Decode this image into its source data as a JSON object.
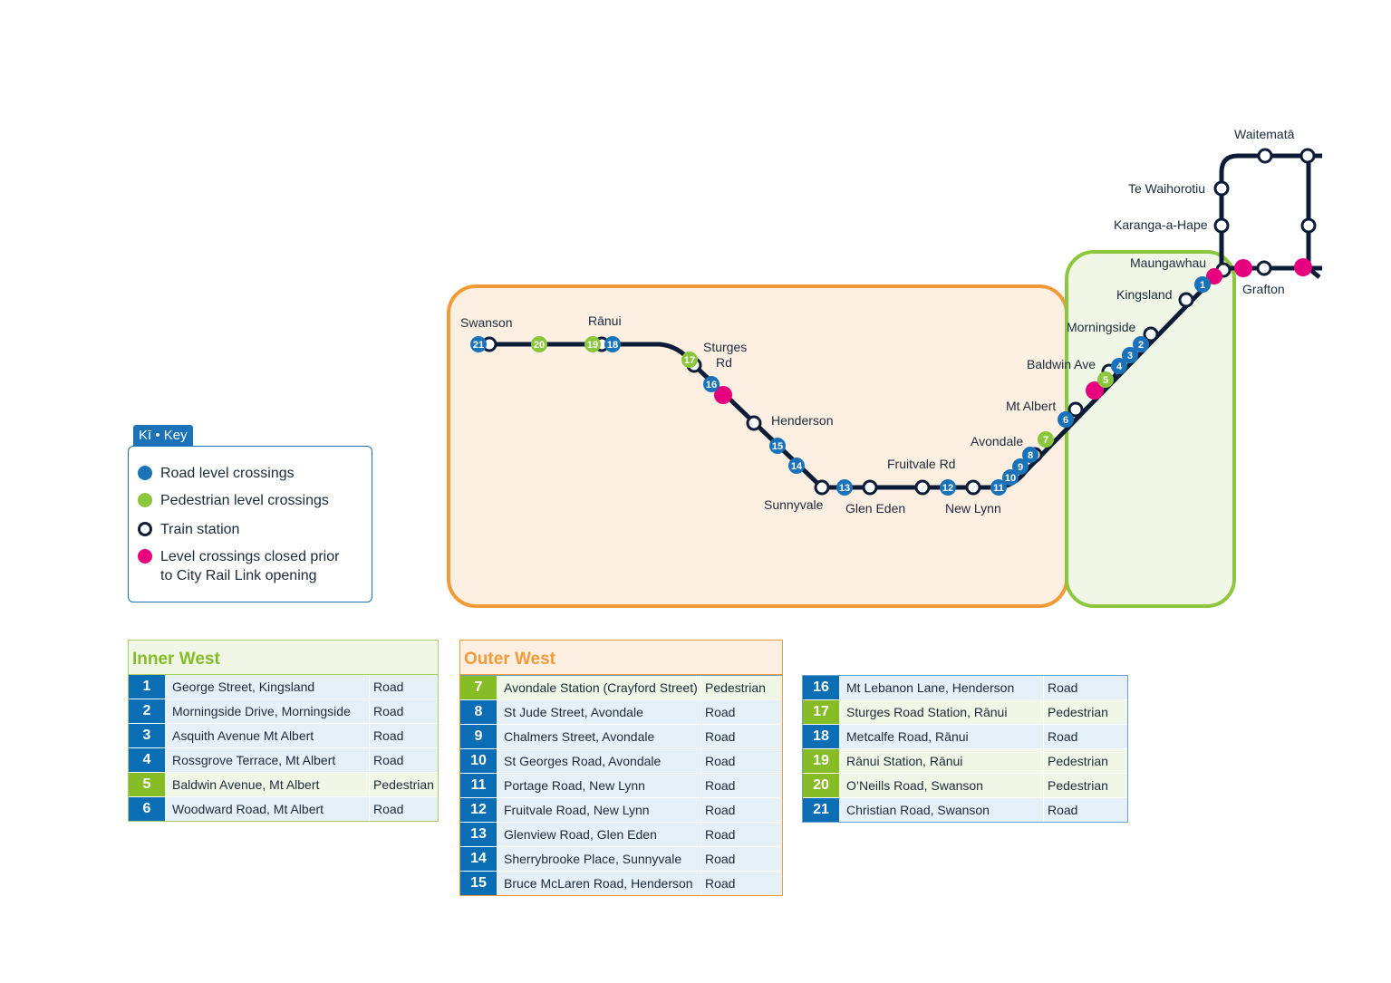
{
  "colors": {
    "road": "#1a73b8",
    "pedestrian": "#8cc63f",
    "closed": "#e6007e",
    "line": "#0c1c36",
    "outer_west": "#f39a38",
    "inner_west": "#8dc63f"
  },
  "stations": {
    "swanson": "Swanson",
    "ranui": "Rānui",
    "sturges_1": "Sturges",
    "sturges_2": "Rd",
    "henderson": "Henderson",
    "sunnyvale": "Sunnyvale",
    "glen_eden": "Glen Eden",
    "fruitvale": "Fruitvale Rd",
    "new_lynn": "New Lynn",
    "avondale": "Avondale",
    "mt_albert": "Mt Albert",
    "baldwin": "Baldwin Ave",
    "morningside": "Morningside",
    "kingsland": "Kingsland",
    "maungawhau": "Maungawhau",
    "grafton": "Grafton",
    "karanga": "Karanga-a-Hape",
    "te_waihorotiu": "Te Waihorotiu",
    "waitemata": "Waitematā"
  },
  "key": {
    "title": "Kī • Key",
    "road": "Road level crossings",
    "pedestrian": "Pedestrian level crossings",
    "station": "Train station",
    "closed_1": "Level crossings closed prior",
    "closed_2": "to City Rail Link opening"
  },
  "inner_west": {
    "title": "Inner West",
    "rows": [
      {
        "n": "1",
        "name": "George Street, Kingsland",
        "type": "Road"
      },
      {
        "n": "2",
        "name": "Morningside Drive, Morningside",
        "type": "Road"
      },
      {
        "n": "3",
        "name": "Asquith Avenue Mt Albert",
        "type": "Road"
      },
      {
        "n": "4",
        "name": "Rossgrove Terrace, Mt Albert",
        "type": "Road"
      },
      {
        "n": "5",
        "name": "Baldwin Avenue, Mt Albert",
        "type": "Pedestrian"
      },
      {
        "n": "6",
        "name": "Woodward Road, Mt Albert",
        "type": "Road"
      }
    ]
  },
  "outer_west": {
    "title": "Outer West",
    "rows": [
      {
        "n": "7",
        "name": "Avondale Station (Crayford Street)",
        "type": "Pedestrian"
      },
      {
        "n": "8",
        "name": "St Jude Street, Avondale",
        "type": "Road"
      },
      {
        "n": "9",
        "name": "Chalmers Street, Avondale",
        "type": "Road"
      },
      {
        "n": "10",
        "name": "St Georges Road, Avondale",
        "type": "Road"
      },
      {
        "n": "11",
        "name": "Portage Road, New Lynn",
        "type": "Road"
      },
      {
        "n": "12",
        "name": "Fruitvale Road, New Lynn",
        "type": "Road"
      },
      {
        "n": "13",
        "name": "Glenview Road, Glen Eden",
        "type": "Road"
      },
      {
        "n": "14",
        "name": "Sherrybrooke Place, Sunnyvale",
        "type": "Road"
      },
      {
        "n": "15",
        "name": "Bruce McLaren Road, Henderson",
        "type": "Road"
      }
    ]
  },
  "outer_west_2": {
    "rows": [
      {
        "n": "16",
        "name": "Mt Lebanon Lane, Henderson",
        "type": "Road"
      },
      {
        "n": "17",
        "name": "Sturges Road Station, Rānui",
        "type": "Pedestrian"
      },
      {
        "n": "18",
        "name": "Metcalfe Road, Rānui",
        "type": "Road"
      },
      {
        "n": "19",
        "name": "Rānui Station, Rānui",
        "type": "Pedestrian"
      },
      {
        "n": "20",
        "name": "O’Neills Road, Swanson",
        "type": "Pedestrian"
      },
      {
        "n": "21",
        "name": "Christian Road, Swanson",
        "type": "Road"
      }
    ]
  },
  "map_crossings": [
    "1",
    "2",
    "3",
    "4",
    "5",
    "6",
    "7",
    "8",
    "9",
    "10",
    "11",
    "12",
    "13",
    "14",
    "15",
    "16",
    "17",
    "18",
    "19",
    "20",
    "21"
  ]
}
